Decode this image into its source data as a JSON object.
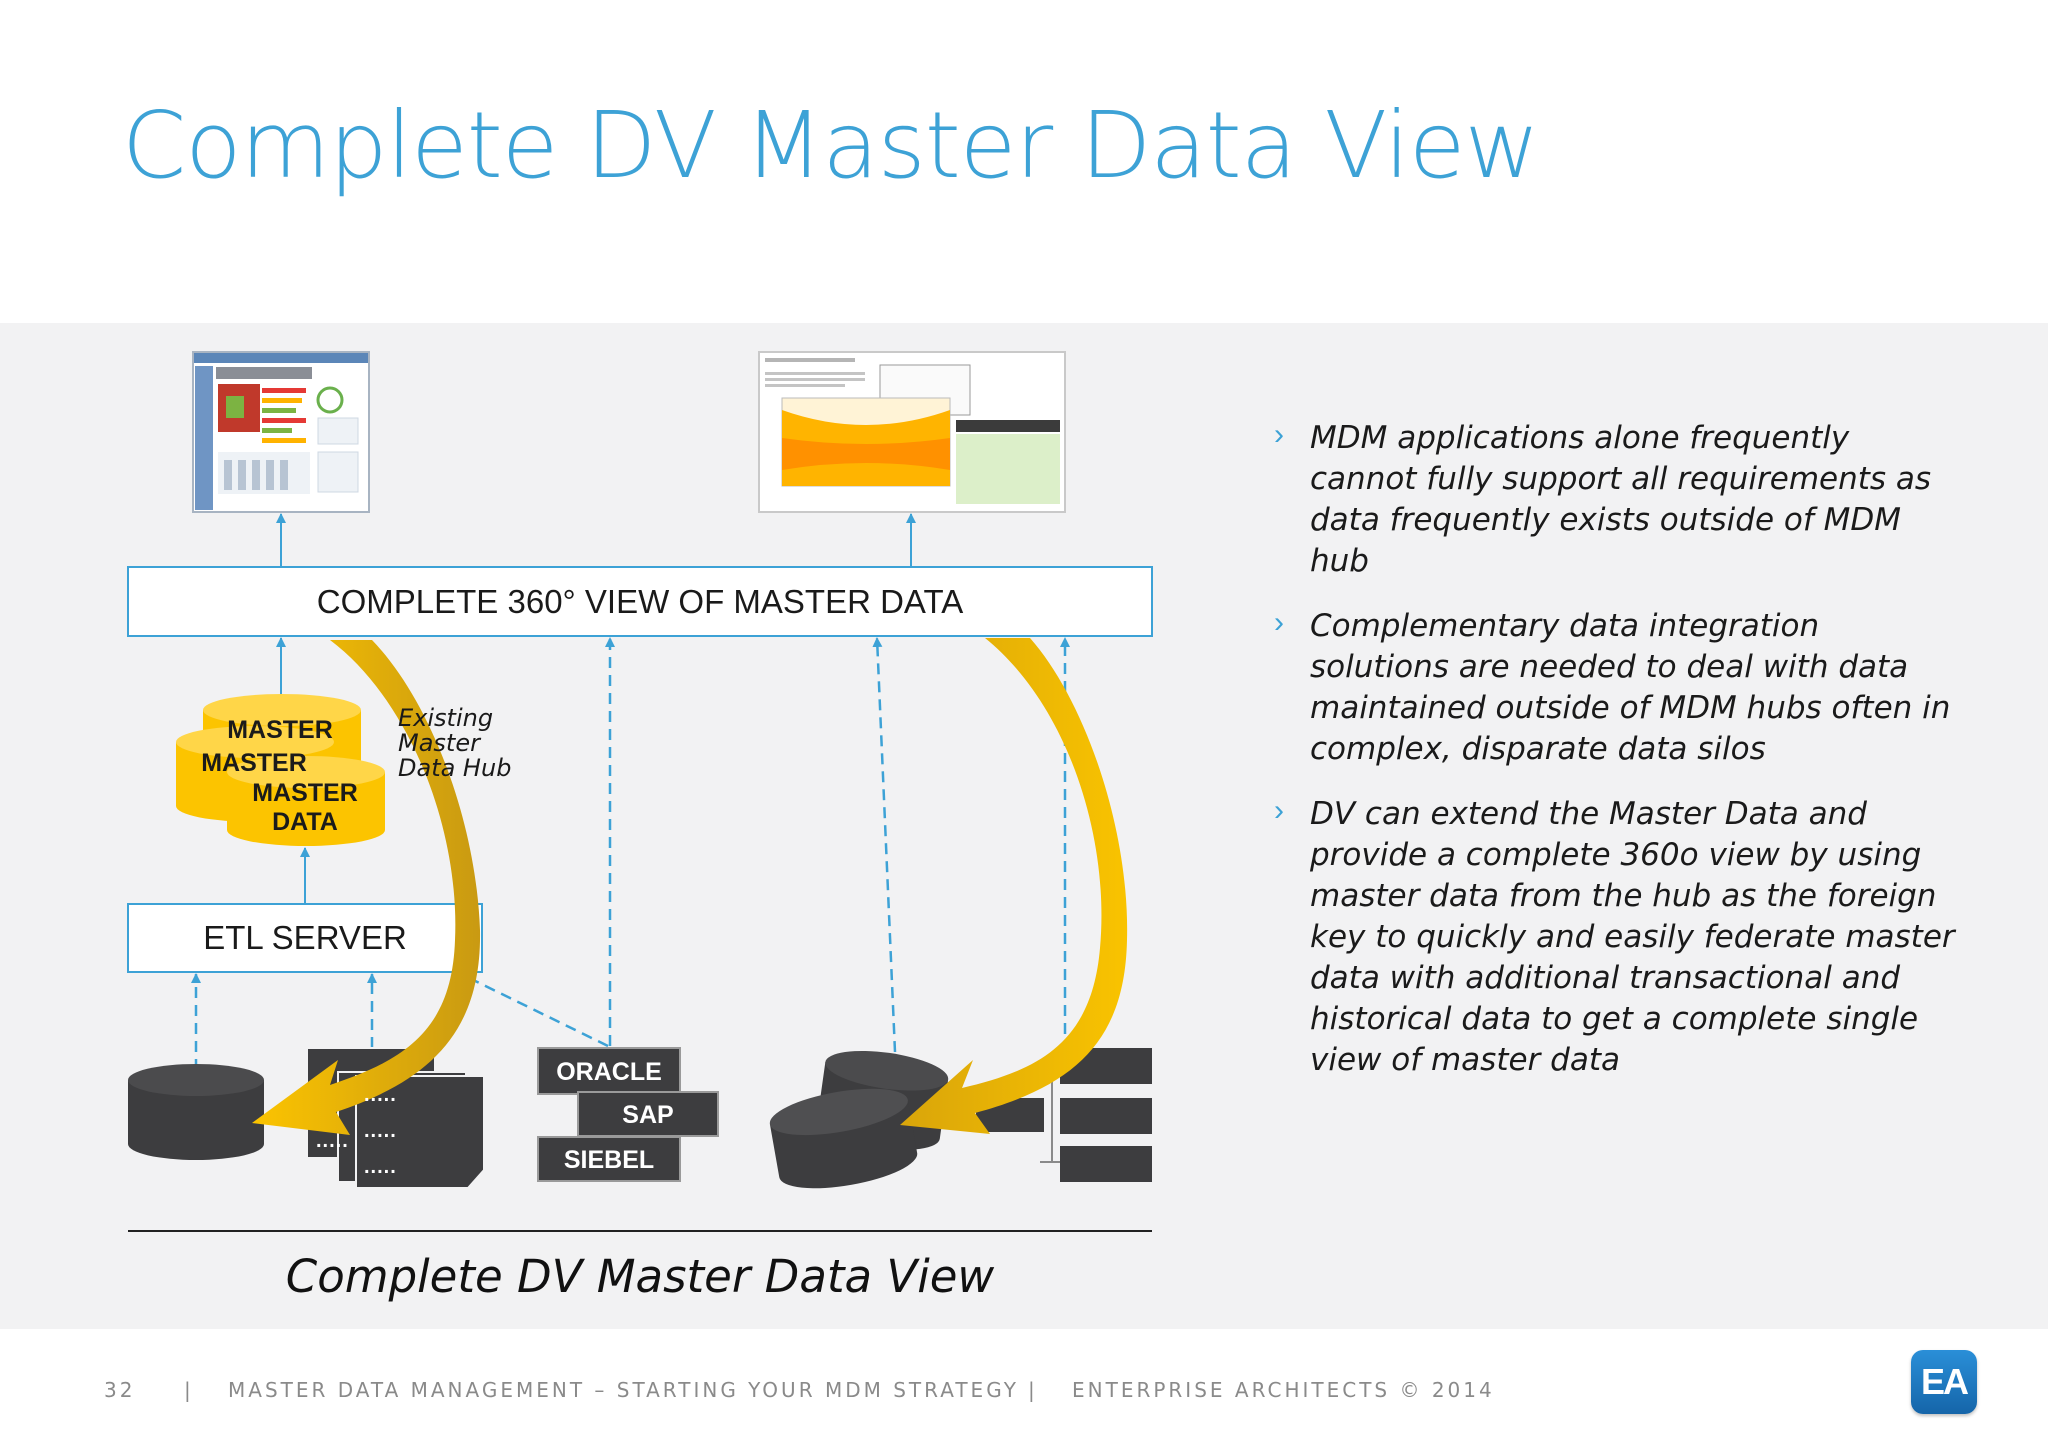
{
  "slide": {
    "title": "Complete DV Master Data View"
  },
  "diagram": {
    "top_box_label": "COMPLETE 360° VIEW OF MASTER DATA",
    "etl_label": "ETL SERVER",
    "master_db": {
      "line1": "MASTER",
      "line2": "DATA"
    },
    "hub_note": "Existing\nMaster\nData Hub",
    "erp_systems": [
      "ORACLE",
      "SAP",
      "SIEBEL"
    ],
    "doc_dots": ".....",
    "caption": "Complete DV Master Data View",
    "colors": {
      "accent_blue": "#3da2d6",
      "arrow_gold": "#f8c000",
      "source_gray": "#3d3d3f"
    }
  },
  "bullets": [
    "MDM applications alone frequently cannot fully support all requirements as data frequently exists outside of MDM hub",
    "Complementary data integration solutions are needed to deal with data maintained outside of MDM hubs  often in  complex, disparate data silos",
    "DV can extend the Master Data and provide a complete 360o view  by using master data from the hub as the foreign key to quickly and easily federate master data with additional transactional and historical data to get a complete single view of master data"
  ],
  "bullet_marker": "›",
  "footer": {
    "page_number": "32",
    "separator": "|",
    "deck_title": "MASTER DATA MANAGEMENT – STARTING YOUR MDM STRATEGY",
    "company": "ENTERPRISE ARCHITECTS © 2014",
    "logo_text": "EA"
  }
}
